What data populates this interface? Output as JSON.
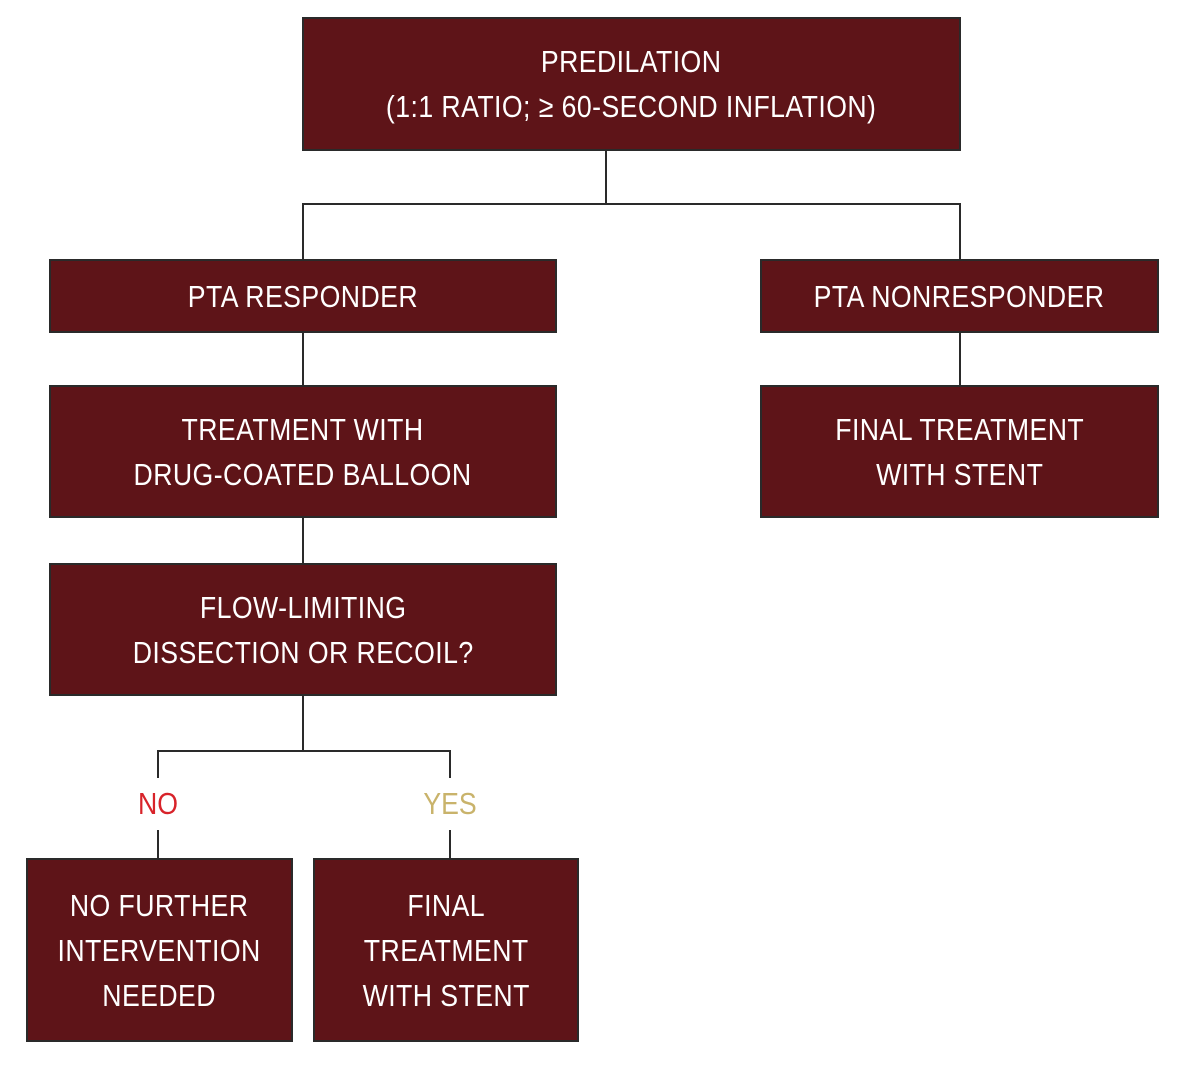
{
  "colors": {
    "box_fill": "#5e1418",
    "box_border": "#2a2a2a",
    "connector": "#2a2a2a",
    "no_label": "#d8232a",
    "yes_label": "#c9b36b"
  },
  "nodes": {
    "predilation": {
      "lines": [
        "PREDILATION",
        "(1:1 RATIO; ≥ 60-SECOND INFLATION)"
      ]
    },
    "pta_responder": {
      "lines": [
        "PTA RESPONDER"
      ]
    },
    "pta_nonresponder": {
      "lines": [
        "PTA NONRESPONDER"
      ]
    },
    "treatment_dcb": {
      "lines": [
        "TREATMENT WITH",
        "DRUG-COATED BALLOON"
      ]
    },
    "final_stent_right": {
      "lines": [
        "FINAL TREATMENT",
        "WITH STENT"
      ]
    },
    "flow_limiting": {
      "lines": [
        "FLOW-LIMITING",
        "DISSECTION OR RECOIL?"
      ]
    },
    "no_further": {
      "lines": [
        "NO FURTHER",
        "INTERVENTION",
        "NEEDED"
      ]
    },
    "final_stent_yes": {
      "lines": [
        "FINAL",
        "TREATMENT",
        "WITH STENT"
      ]
    }
  },
  "branches": {
    "no": "NO",
    "yes": "YES"
  }
}
